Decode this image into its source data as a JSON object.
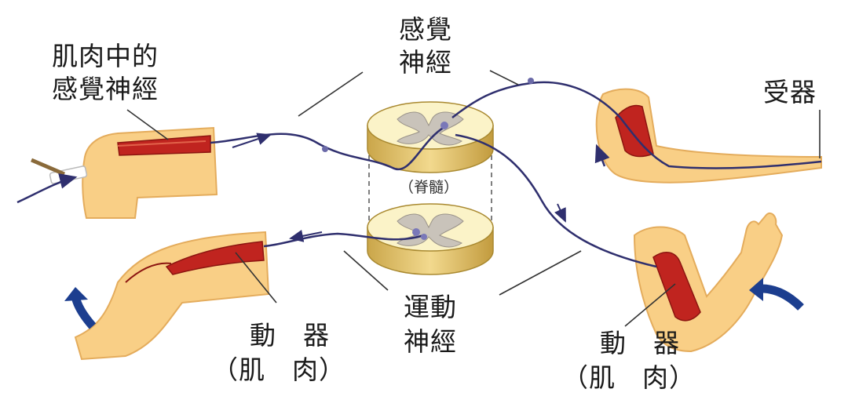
{
  "labels": {
    "muscle_sensory_nerve": [
      "肌肉中的",
      "感覺神經"
    ],
    "sensory_nerve": [
      "感覺",
      "神經"
    ],
    "receptor": "受器",
    "spinal_cord": "（脊髓）",
    "motor_nerve": [
      "運動",
      "神經"
    ],
    "effector_left": [
      "動　器",
      "（肌　肉）"
    ],
    "effector_right": [
      "動　器",
      "（肌　肉）"
    ]
  },
  "colors": {
    "skin": "#f9cf86",
    "skin_edge": "#e4ac5c",
    "muscle": "#c0241f",
    "muscle_dark": "#8c1510",
    "nerve": "#2f2f6e",
    "cord_white": "#fbf3c8",
    "cord_gray": "#c9c3ba",
    "cord_side": "#e6c468",
    "arrow_blue": "#1c3e8f"
  }
}
